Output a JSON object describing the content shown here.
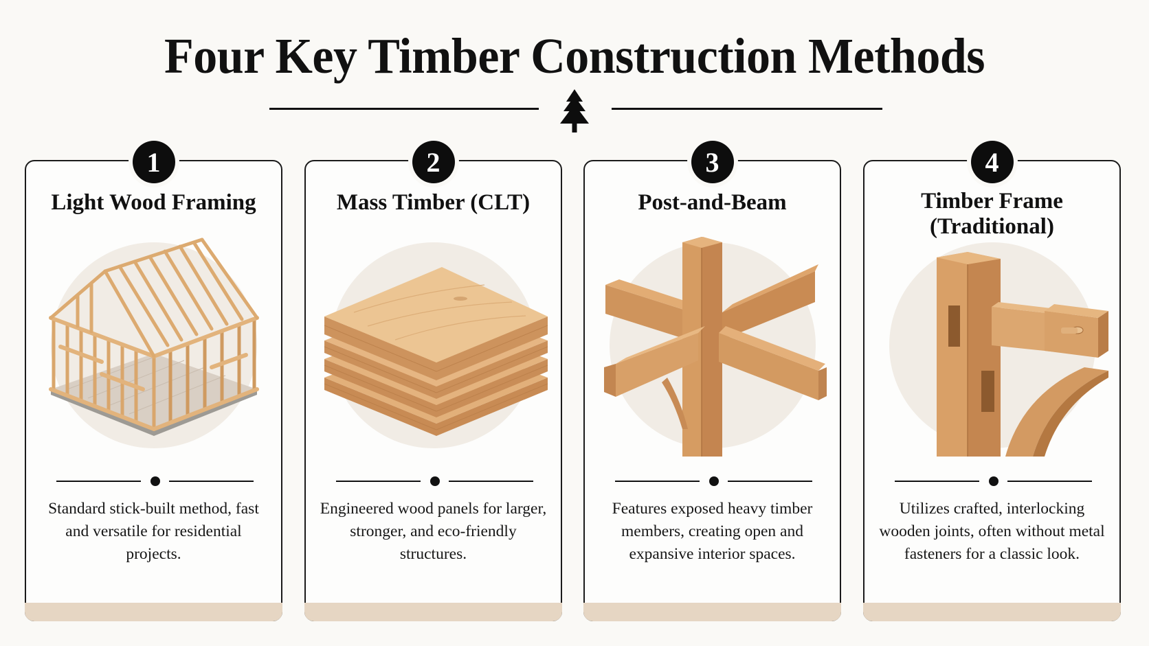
{
  "header": {
    "title": "Four Key Timber Construction Methods",
    "icon": "pine-tree-icon"
  },
  "colors": {
    "background": "#faf9f6",
    "card_border": "#1a1a1a",
    "card_footer": "#e6d6c3",
    "badge": "#0d0d0d",
    "illustration_circle": "#f1ece5",
    "wood_light": "#e8c193",
    "wood_mid": "#d6a06a",
    "wood_dark": "#b97d48"
  },
  "cards": [
    {
      "number": "1",
      "title": "Light Wood Framing",
      "illustration": "house-frame-illustration",
      "description": "Standard stick-built method, fast and versatile for residential projects."
    },
    {
      "number": "2",
      "title": "Mass Timber (CLT)",
      "illustration": "clt-panels-illustration",
      "description": "Engineered wood panels for larger, stronger, and eco-friendly structures."
    },
    {
      "number": "3",
      "title": "Post-and-Beam",
      "illustration": "post-beam-joint-illustration",
      "description": "Features exposed heavy timber members, creating open and expansive interior spaces."
    },
    {
      "number": "4",
      "title": "Timber Frame (Traditional)",
      "illustration": "mortise-tenon-joint-illustration",
      "description": "Utilizes crafted, interlocking wooden joints, often without metal fasteners for a classic look."
    }
  ]
}
